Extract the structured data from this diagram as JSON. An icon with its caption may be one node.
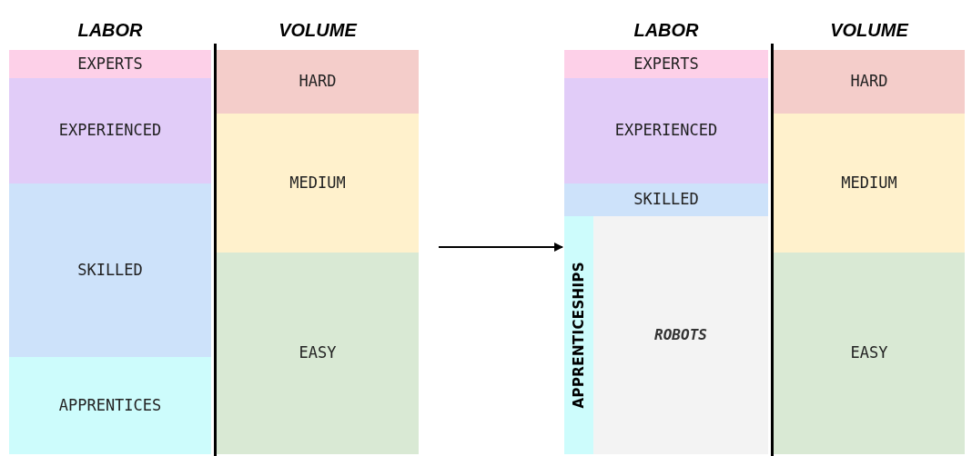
{
  "diagram": {
    "nodes": [
      {
        "text": [
          "EXPERTS"
        ]
      },
      {
        "text": [
          "EXPERIENCED"
        ]
      },
      {
        "text": [
          "SKILLED"
        ]
      },
      {
        "text": [
          "APPRENTICES"
        ]
      },
      {
        "text": [
          "HARD"
        ]
      },
      {
        "text": [
          "MEDIUM"
        ]
      },
      {
        "text": [
          "EASY"
        ]
      },
      {
        "text": [
          "EXPERTS"
        ]
      },
      {
        "text": [
          "EXPERIENCED"
        ]
      },
      {
        "text": [
          "SKILLED"
        ]
      },
      {
        "text": [
          "APPRENTICESHIPS"
        ]
      },
      {
        "text": [
          "ROBOTS"
        ]
      },
      {
        "text": [
          "HARD"
        ]
      },
      {
        "text": [
          "MEDIUM"
        ]
      },
      {
        "text": [
          "EASY"
        ]
      }
    ],
    "edges": [
      {
        "from": 5,
        "to": 10,
        "arrow": "to"
      }
    ],
    "labels": [
      "LABOR",
      "VOLUME",
      "LABOR",
      "VOLUME"
    ]
  }
}
